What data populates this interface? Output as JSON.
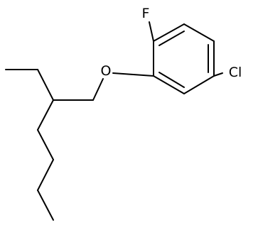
{
  "molecule": {
    "atoms": {
      "fluorine": "F",
      "oxygen": "O",
      "chlorine": "Cl"
    }
  }
}
